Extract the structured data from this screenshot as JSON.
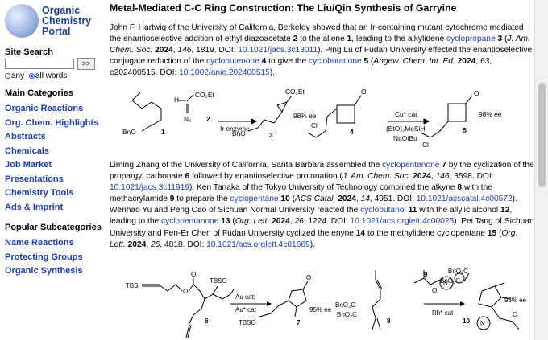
{
  "logo": {
    "line1": "Organic",
    "line2": "Chemistry",
    "line3": "Portal"
  },
  "sidebar": {
    "search_title": "Site Search",
    "search_value": "",
    "search_button": ">>",
    "radio_any": "any",
    "radio_all": "all words",
    "main_cat_title": "Main Categories",
    "main_items": [
      "Organic Reactions",
      "Org. Chem. Highlights",
      "Abstracts",
      "Chemicals",
      "Job Market",
      "Presentations",
      "Chemistry Tools",
      "Ads & Imprint"
    ],
    "popular_title": "Popular Subcategories",
    "popular_items": [
      "Name Reactions",
      "Protecting Groups",
      "Organic Synthesis"
    ]
  },
  "article": {
    "title": "Metal-Mediated C-C Ring Construction: The Liu/Qin Synthesis of Garryine",
    "p1": {
      "a": "John F. Hartwig of the University of California, Berkeley showed that an Ir-containing mutant cytochrome mediated the enantioselective addition of ethyl diazoacetate ",
      "n2": "2",
      "b": " to the allene ",
      "n1": "1",
      "c": ", leading to the alkylidene ",
      "l1": "cyclopropane",
      "d": " ",
      "n3": "3",
      "e": " (",
      "j1": "J. Am. Chem. Soc.",
      "y1": "2024",
      "v1": "146",
      "f": ", 1819. DOI: ",
      "doi1": "10.1021/jacs.3c13011",
      "g": "). Ping Lu of Fudan University effected the enantioselective conjugate reduction of the ",
      "l2": "cyclobutenone",
      "h": " ",
      "n4": "4",
      "i": " to give the ",
      "l3": "cyclobutanone",
      "k": " ",
      "n5": "5",
      "m": " (",
      "j2": "Angew. Chem. Int. Ed.",
      "y2": "2024",
      "v2": "63",
      "o": ", e202400515. DOI: ",
      "doi2": "10.1002/anie.202400515",
      "p": ")."
    },
    "p2": {
      "a": "Liming Zhang of the University of California, Santa Barbara assembled the ",
      "l1": "cyclopentenone",
      "b": " ",
      "n7": "7",
      "c": " by the cyclization of the propargyl carbonate ",
      "n6": "6",
      "d": " followed by enantioselective protonation (",
      "j1": "J. Am. Chem. Soc.",
      "y1": "2024",
      "v1": "146",
      "e": ", 3598. DOI: ",
      "doi1": "10.1021/jacs.3c11919",
      "f": "). Ken Tanaka of the Tokyo University of Technology combined the alkyne ",
      "n8": "8",
      "g": " with the methacrylamide ",
      "n9": "9",
      "h": " to prepare the ",
      "l2": "cyclopentane",
      "i": " ",
      "n10": "10",
      "k": " (",
      "j2": "ACS Catal.",
      "y2": "2024",
      "v2": "14",
      "m": ", 4951. DOI: ",
      "doi2": "10.1021/acscatal.4c00572",
      "o": "). Wenhao Yu and Peng Cao of Sichuan Normal University reacted the ",
      "l3": "cyclobutanol",
      "q": " ",
      "n11": "11",
      "r": " with the allylic alcohol ",
      "n12": "12",
      "s": ", leading to the ",
      "l4": "cyclopentanone",
      "t": " ",
      "n13": "13",
      "u": " (",
      "j3": "Org. Lett.",
      "y3": "2024",
      "v3": "26",
      "w": ", 1224. DOI: ",
      "doi3": "10.1021/acs.orglett.4c00025",
      "x": "). Pei Tang of Sichuan University and Fen-Er Chen of Fudan University cyclized the enyne ",
      "n14": "14",
      "z": " to the methylidene cyclopentane ",
      "n15": "15",
      "aa": " (",
      "j4": "Org. Lett.",
      "y4": "2024",
      "v4": "26",
      "ab": ", 4818. DOI: ",
      "doi4": "10.1021/acs.orglett.4c01669",
      "ac": ")."
    }
  },
  "scheme1": {
    "labels": {
      "bno1": "BnO",
      "c1": "1",
      "h": "H",
      "co2et": "CO₂Et",
      "n2": "N₂",
      "c2": "2",
      "ir": "Ir enzyme",
      "co2et3": "CO₂Et",
      "ee3": "98% ee",
      "bno3": "BnO",
      "c3": "3",
      "cl4": "Cl",
      "c4": "4",
      "o4": "O",
      "cu": "Cu* cat",
      "silane": "(EtO)₂MeSiH",
      "base": "NaOtBu",
      "o5": "O",
      "ee5": "98% ee",
      "cl5": "Cl",
      "c5": "5"
    }
  },
  "scheme2": {
    "labels": {
      "tbs1": "TBS",
      "o1": "O",
      "o2": "O",
      "tbso1": "TBSO",
      "c6": "6",
      "au1": "Au cat;",
      "au2": "Au* cat",
      "o7": "O",
      "ee7": "95% ee",
      "tbso7": "TBSO",
      "c7": "7",
      "bno2c1": "BnO₂C",
      "bno2c2": "BnO₂C",
      "c8": "8",
      "o9": "O",
      "c9": "9",
      "n9": "N",
      "rh": "Rh* cat",
      "bno2c3": "BnO₂C",
      "bno2c4": "BnO₂C",
      "ee10": "95% ee",
      "c10": "10",
      "o10": "O",
      "n10": "N"
    }
  }
}
